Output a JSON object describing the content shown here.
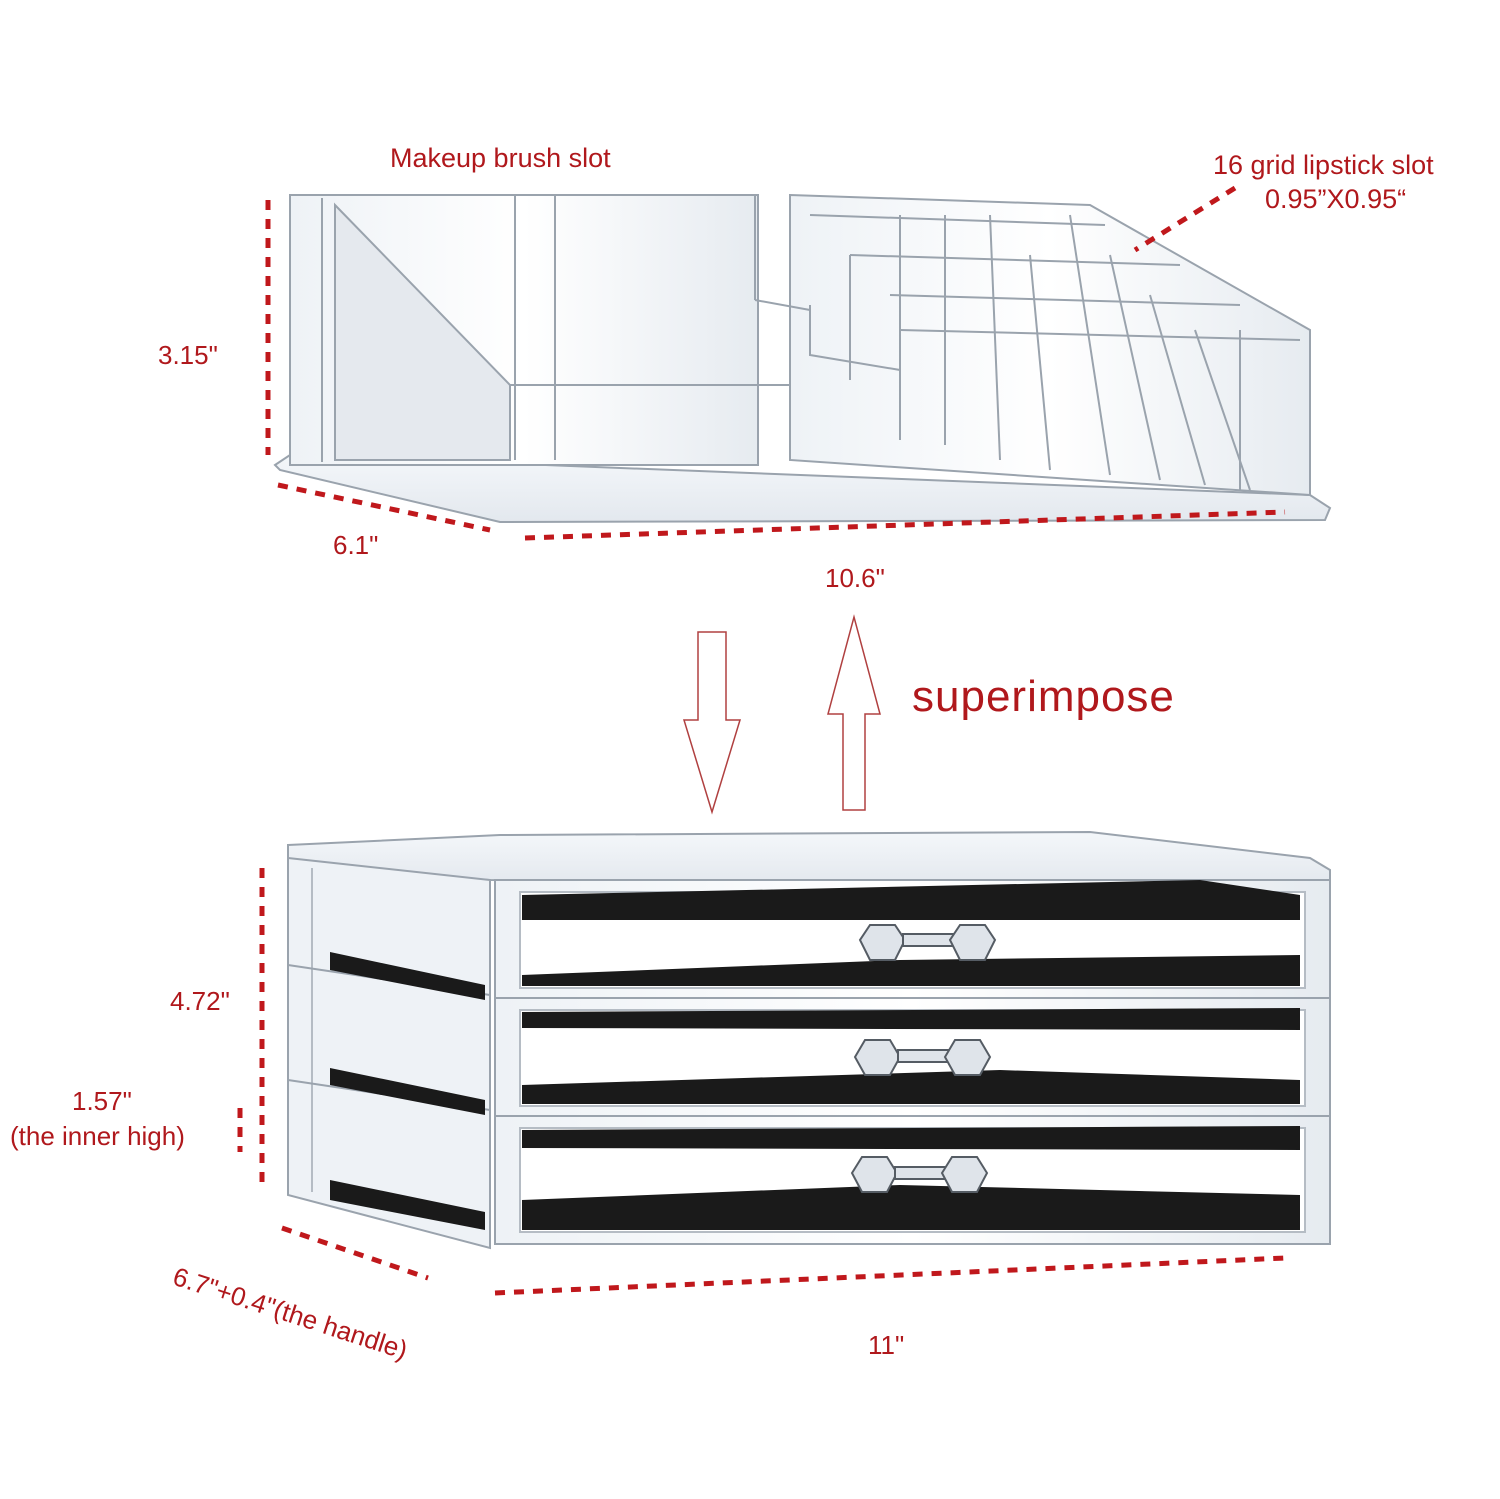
{
  "colors": {
    "accent": "#c0181c",
    "acrylic_edge": "#9aa3ad",
    "velvet": "#1a1a1a",
    "arrow": "#b04040",
    "label_dark": "#333333"
  },
  "labels": {
    "brush_slot": "Makeup brush slot",
    "lipstick_slot": "16 grid lipstick slot",
    "lipstick_size": "0.95”X0.95“",
    "top_height": "3.15\"",
    "top_depth": "6.1\"",
    "top_width": "10.6\"",
    "superimpose": "superimpose",
    "drawer_height": "4.72\"",
    "inner_high_value": "1.57\"",
    "inner_high_note": "(the inner high)",
    "drawer_depth": "6.7\"+0.4\"(the handle)",
    "drawer_width": "11\""
  },
  "illustration": {
    "top_organizer": {
      "name": "cosmetic organizer top",
      "lipstick_grid_cells": 16
    },
    "drawer_unit": {
      "name": "three drawer unit",
      "drawer_count": 3,
      "handle_icon": "drawer-handle-icon"
    },
    "arrows": [
      "arrow-down-icon",
      "arrow-up-icon"
    ]
  }
}
